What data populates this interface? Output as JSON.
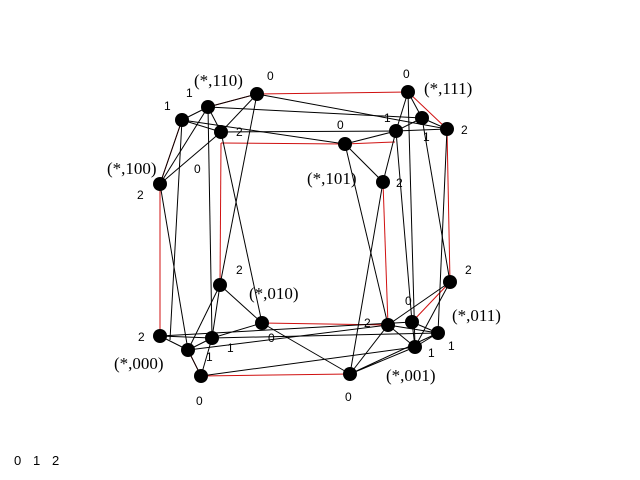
{
  "group_labels": {
    "g110": "(*,110)",
    "g111": "(*,111)",
    "g100": "(*,100)",
    "g101": "(*,101)",
    "g010": "(*,010)",
    "g011": "(*,011)",
    "g000": "(*,000)",
    "g001": "(*,001)"
  },
  "port_labels": {
    "p110_1a": "1",
    "p110_1b": "1",
    "p110_0": "0",
    "p110_2": "2",
    "p111_0": "0",
    "p111_1": "1",
    "p111_1b": "1",
    "p111_2": "2",
    "p101_0": "0",
    "p101_2": "2",
    "p100_0": "0",
    "p100_2": "2",
    "p010_2": "2",
    "p010_0": "0",
    "p011_2": "2",
    "p011_0": "0",
    "p011_1a": "1",
    "p011_1b": "1",
    "p001_2": "2",
    "p001_0": "0",
    "p000_2": "2",
    "p000_1a": "1",
    "p000_1b": "1",
    "p000_0": "0"
  },
  "legend": {
    "d0": "0",
    "d1": "1",
    "d2": "2"
  },
  "colors": {
    "node": "#000000",
    "edge": "#000000",
    "cube_edge": "#d01010",
    "background": "#ffffff"
  }
}
